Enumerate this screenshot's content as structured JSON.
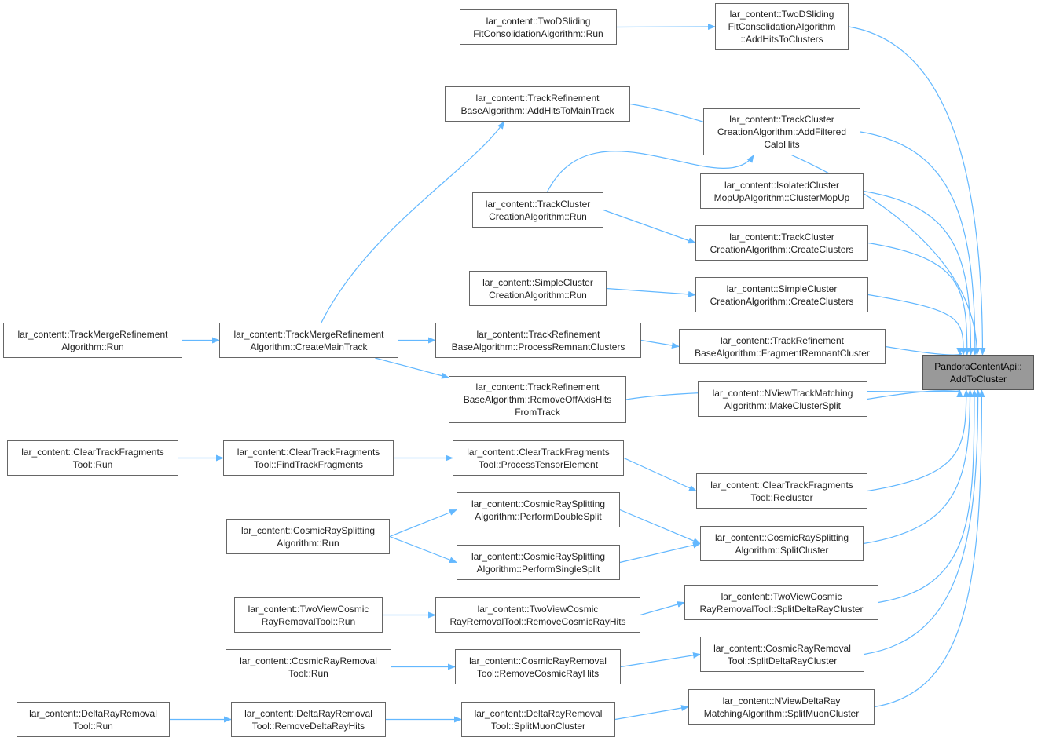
{
  "graph": {
    "root": {
      "id": "add_to_cluster",
      "lines": [
        "PandoraContentApi::",
        "AddToCluster"
      ]
    },
    "nodes": [
      {
        "id": "twod_run",
        "lines": [
          "lar_content::TwoDSliding",
          "FitConsolidationAlgorithm::Run"
        ]
      },
      {
        "id": "twod_addhits",
        "lines": [
          "lar_content::TwoDSliding",
          "FitConsolidationAlgorithm",
          "::AddHitsToClusters"
        ]
      },
      {
        "id": "trb_addhits_main",
        "lines": [
          "lar_content::TrackRefinement",
          "BaseAlgorithm::AddHitsToMainTrack"
        ]
      },
      {
        "id": "tcc_addfiltered",
        "lines": [
          "lar_content::TrackCluster",
          "CreationAlgorithm::AddFiltered",
          "CaloHits"
        ]
      },
      {
        "id": "icm_mopup",
        "lines": [
          "lar_content::IsolatedCluster",
          "MopUpAlgorithm::ClusterMopUp"
        ]
      },
      {
        "id": "tcc_run",
        "lines": [
          "lar_content::TrackCluster",
          "CreationAlgorithm::Run"
        ]
      },
      {
        "id": "tcc_create",
        "lines": [
          "lar_content::TrackCluster",
          "CreationAlgorithm::CreateClusters"
        ]
      },
      {
        "id": "scc_run",
        "lines": [
          "lar_content::SimpleCluster",
          "CreationAlgorithm::Run"
        ]
      },
      {
        "id": "scc_create",
        "lines": [
          "lar_content::SimpleCluster",
          "CreationAlgorithm::CreateClusters"
        ]
      },
      {
        "id": "tmr_run",
        "lines": [
          "lar_content::TrackMergeRefinement",
          "Algorithm::Run"
        ]
      },
      {
        "id": "tmr_createmain",
        "lines": [
          "lar_content::TrackMergeRefinement",
          "Algorithm::CreateMainTrack"
        ]
      },
      {
        "id": "trb_process",
        "lines": [
          "lar_content::TrackRefinement",
          "BaseAlgorithm::ProcessRemnantClusters"
        ]
      },
      {
        "id": "trb_fragment",
        "lines": [
          "lar_content::TrackRefinement",
          "BaseAlgorithm::FragmentRemnantCluster"
        ]
      },
      {
        "id": "trb_removeoff",
        "lines": [
          "lar_content::TrackRefinement",
          "BaseAlgorithm::RemoveOffAxisHits",
          "FromTrack"
        ]
      },
      {
        "id": "nvtm_split",
        "lines": [
          "lar_content::NViewTrackMatching",
          "Algorithm::MakeClusterSplit"
        ]
      },
      {
        "id": "ctf_run",
        "lines": [
          "lar_content::ClearTrackFragments",
          "Tool::Run"
        ]
      },
      {
        "id": "ctf_find",
        "lines": [
          "lar_content::ClearTrackFragments",
          "Tool::FindTrackFragments"
        ]
      },
      {
        "id": "ctf_process",
        "lines": [
          "lar_content::ClearTrackFragments",
          "Tool::ProcessTensorElement"
        ]
      },
      {
        "id": "ctf_recluster",
        "lines": [
          "lar_content::ClearTrackFragments",
          "Tool::Recluster"
        ]
      },
      {
        "id": "crs_double",
        "lines": [
          "lar_content::CosmicRaySplitting",
          "Algorithm::PerformDoubleSplit"
        ]
      },
      {
        "id": "crs_run",
        "lines": [
          "lar_content::CosmicRaySplitting",
          "Algorithm::Run"
        ]
      },
      {
        "id": "crs_single",
        "lines": [
          "lar_content::CosmicRaySplitting",
          "Algorithm::PerformSingleSplit"
        ]
      },
      {
        "id": "crs_split",
        "lines": [
          "lar_content::CosmicRaySplitting",
          "Algorithm::SplitCluster"
        ]
      },
      {
        "id": "tvcr_run",
        "lines": [
          "lar_content::TwoViewCosmic",
          "RayRemovalTool::Run"
        ]
      },
      {
        "id": "tvcr_remove",
        "lines": [
          "lar_content::TwoViewCosmic",
          "RayRemovalTool::RemoveCosmicRayHits"
        ]
      },
      {
        "id": "tvcr_split",
        "lines": [
          "lar_content::TwoViewCosmic",
          "RayRemovalTool::SplitDeltaRayCluster"
        ]
      },
      {
        "id": "crr_run",
        "lines": [
          "lar_content::CosmicRayRemoval",
          "Tool::Run"
        ]
      },
      {
        "id": "crr_remove",
        "lines": [
          "lar_content::CosmicRayRemoval",
          "Tool::RemoveCosmicRayHits"
        ]
      },
      {
        "id": "crr_split",
        "lines": [
          "lar_content::CosmicRayRemoval",
          "Tool::SplitDeltaRayCluster"
        ]
      },
      {
        "id": "drr_run",
        "lines": [
          "lar_content::DeltaRayRemoval",
          "Tool::Run"
        ]
      },
      {
        "id": "drr_remove",
        "lines": [
          "lar_content::DeltaRayRemoval",
          "Tool::RemoveDeltaRayHits"
        ]
      },
      {
        "id": "drr_split",
        "lines": [
          "lar_content::DeltaRayRemoval",
          "Tool::SplitMuonCluster"
        ]
      },
      {
        "id": "nvdr_split",
        "lines": [
          "lar_content::NViewDeltaRay",
          "MatchingAlgorithm::SplitMuonCluster"
        ]
      }
    ],
    "edges": [
      [
        "twod_run",
        "twod_addhits"
      ],
      [
        "twod_addhits",
        "add_to_cluster"
      ],
      [
        "trb_addhits_main",
        "add_to_cluster"
      ],
      [
        "tcc_addfiltered",
        "add_to_cluster"
      ],
      [
        "icm_mopup",
        "add_to_cluster"
      ],
      [
        "tcc_run",
        "tcc_addfiltered"
      ],
      [
        "tcc_run",
        "tcc_create"
      ],
      [
        "tcc_create",
        "add_to_cluster"
      ],
      [
        "scc_run",
        "scc_create"
      ],
      [
        "scc_create",
        "add_to_cluster"
      ],
      [
        "tmr_run",
        "tmr_createmain"
      ],
      [
        "tmr_createmain",
        "trb_addhits_main"
      ],
      [
        "tmr_createmain",
        "trb_process"
      ],
      [
        "tmr_createmain",
        "trb_removeoff"
      ],
      [
        "trb_process",
        "trb_fragment"
      ],
      [
        "trb_fragment",
        "add_to_cluster"
      ],
      [
        "trb_removeoff",
        "add_to_cluster"
      ],
      [
        "nvtm_split",
        "add_to_cluster"
      ],
      [
        "ctf_run",
        "ctf_find"
      ],
      [
        "ctf_find",
        "ctf_process"
      ],
      [
        "ctf_process",
        "ctf_recluster"
      ],
      [
        "ctf_recluster",
        "add_to_cluster"
      ],
      [
        "crs_run",
        "crs_double"
      ],
      [
        "crs_run",
        "crs_single"
      ],
      [
        "crs_double",
        "crs_split"
      ],
      [
        "crs_single",
        "crs_split"
      ],
      [
        "crs_split",
        "add_to_cluster"
      ],
      [
        "tvcr_run",
        "tvcr_remove"
      ],
      [
        "tvcr_remove",
        "tvcr_split"
      ],
      [
        "tvcr_split",
        "add_to_cluster"
      ],
      [
        "crr_run",
        "crr_remove"
      ],
      [
        "crr_remove",
        "crr_split"
      ],
      [
        "crr_split",
        "add_to_cluster"
      ],
      [
        "drr_run",
        "drr_remove"
      ],
      [
        "drr_remove",
        "drr_split"
      ],
      [
        "drr_split",
        "nvdr_split"
      ],
      [
        "nvdr_split",
        "add_to_cluster"
      ]
    ],
    "colors": {
      "edge": "#63b8ff",
      "node_border": "#666666",
      "root_fill": "#999999"
    }
  }
}
